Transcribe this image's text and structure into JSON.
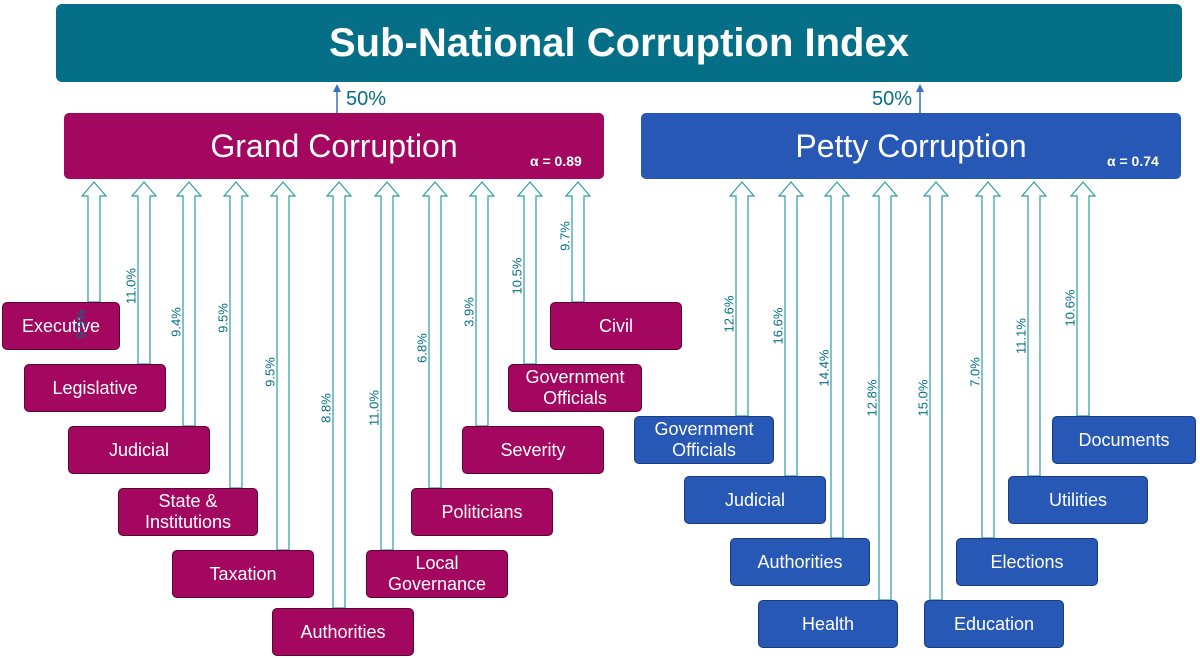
{
  "index": {
    "title": "Sub-National Corruption Index"
  },
  "grand": {
    "title": "Grand Corruption",
    "alpha": "α = 0.89",
    "share": "50%",
    "color": "#a4075f",
    "items": [
      {
        "label": "Executive",
        "weight": "9.9%"
      },
      {
        "label": "Legislative",
        "weight": "11.0%"
      },
      {
        "label": "Judicial",
        "weight": "9.4%"
      },
      {
        "label": "State &\nInstitutions",
        "weight": "9.5%"
      },
      {
        "label": "Taxation",
        "weight": "9.5%"
      },
      {
        "label": "Authorities",
        "weight": "8.8%"
      },
      {
        "label": "Local\nGovernance",
        "weight": "11.0%"
      },
      {
        "label": "Politicians",
        "weight": "6.8%"
      },
      {
        "label": "Severity",
        "weight": "3.9%"
      },
      {
        "label": "Government\nOfficials",
        "weight": "10.5%"
      },
      {
        "label": "Civil",
        "weight": "9.7%"
      }
    ]
  },
  "petty": {
    "title": "Petty Corruption",
    "alpha": "α = 0.74",
    "share": "50%",
    "color": "#2758b6",
    "items": [
      {
        "label": "Government\nOfficials",
        "weight": "12.6%"
      },
      {
        "label": "Judicial",
        "weight": "16.6%"
      },
      {
        "label": "Authorities",
        "weight": "14.4%"
      },
      {
        "label": "Health",
        "weight": "12.8%"
      },
      {
        "label": "Education",
        "weight": "15.0%"
      },
      {
        "label": "Elections",
        "weight": "7.0%"
      },
      {
        "label": "Utilities",
        "weight": "11.1%"
      },
      {
        "label": "Documents",
        "weight": "10.6%"
      }
    ]
  },
  "colors": {
    "index": "#046f86",
    "arrow": "#046f86",
    "arrow_outline": "#2d9aa8"
  }
}
